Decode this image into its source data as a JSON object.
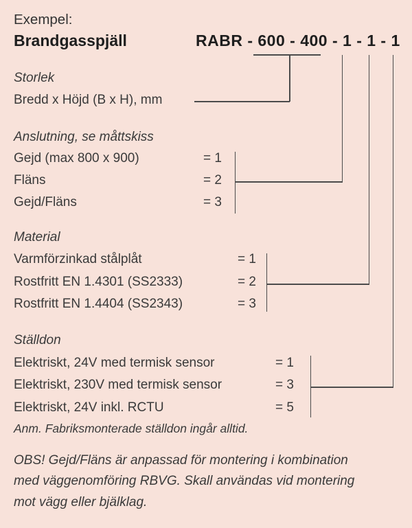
{
  "colors": {
    "background": "#f8e2da",
    "body_text": "#3a3a3a",
    "heading_text": "#1e1e1e",
    "connector_line": "#4b4b4b"
  },
  "header": {
    "example_label": "Exempel:",
    "product_name": "Brandgasspjäll",
    "code": "RABR - 600 - 400 - 1 - 1 - 1"
  },
  "sections": [
    {
      "title": "Storlek",
      "rows": [
        {
          "label": "Bredd x Höjd (B x H), mm",
          "value": ""
        }
      ]
    },
    {
      "title": "Anslutning, se måttskiss",
      "rows": [
        {
          "label": "Gejd (max 800 x 900)",
          "value": "= 1"
        },
        {
          "label": "Fläns",
          "value": "= 2"
        },
        {
          "label": "Gejd/Fläns",
          "value": "= 3"
        }
      ]
    },
    {
      "title": "Material",
      "rows": [
        {
          "label": "Varmförzinkad stålplåt",
          "value": "= 1"
        },
        {
          "label": "Rostfritt EN 1.4301 (SS2333)",
          "value": "= 2"
        },
        {
          "label": "Rostfritt EN 1.4404 (SS2343)",
          "value": "= 3"
        }
      ]
    },
    {
      "title": "Ställdon",
      "rows": [
        {
          "label": "Elektriskt, 24V med termisk sensor",
          "value": "= 1"
        },
        {
          "label": "Elektriskt, 230V med termisk sensor",
          "value": "= 3"
        },
        {
          "label": "Elektriskt, 24V inkl. RCTU",
          "value": "= 5"
        }
      ],
      "note": "Anm. Fabriksmonterade ställdon ingår alltid."
    }
  ],
  "footer_note": {
    "lines": [
      "OBS! Gejd/Fläns är anpassad för montering i kombination",
      "med väggenomföring RBVG. Skall användas vid montering",
      "mot vägg eller bjälklag."
    ]
  }
}
